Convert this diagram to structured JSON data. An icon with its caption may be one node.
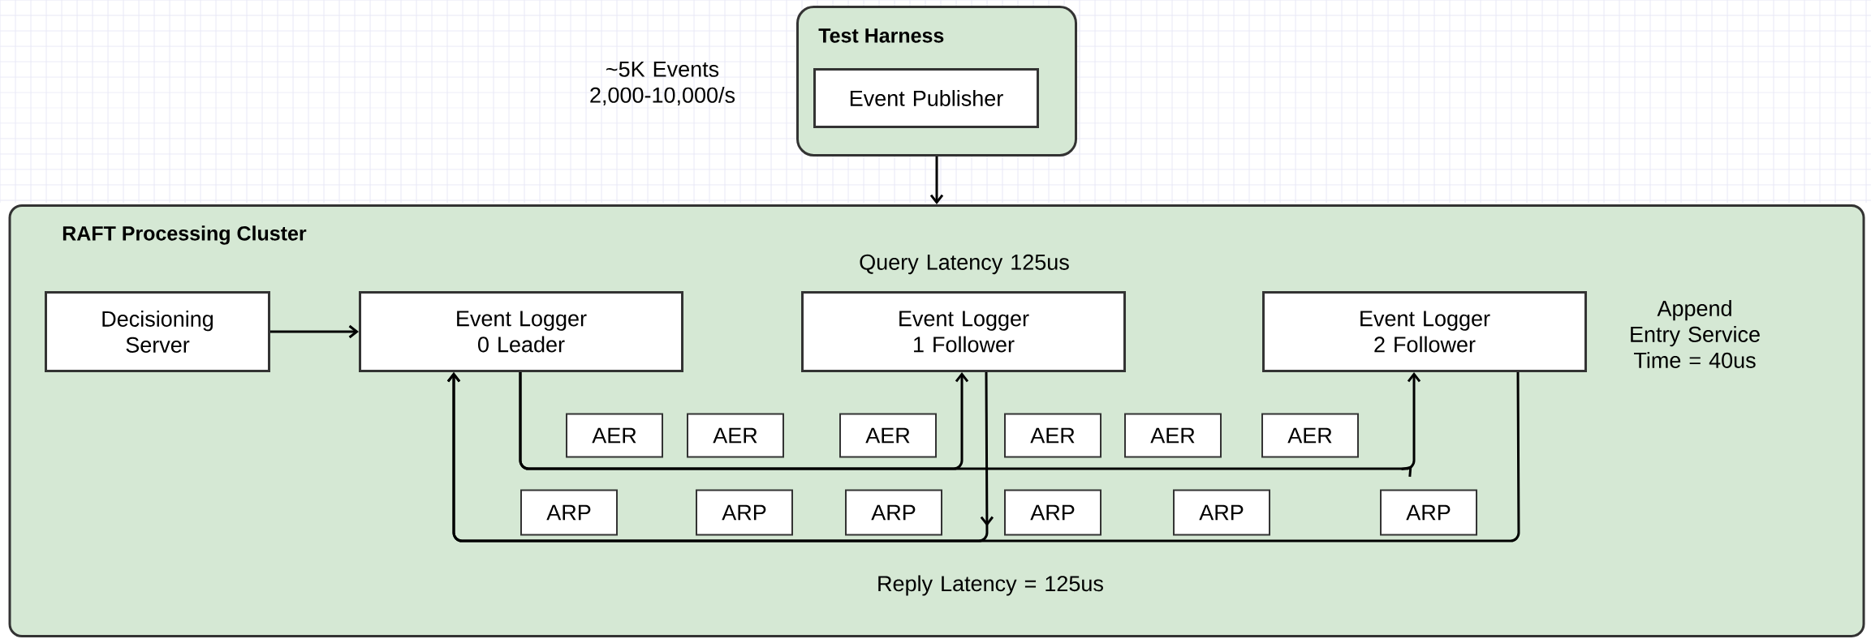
{
  "diagram": {
    "nodes": [
      {
        "text": [
          "Test Harness"
        ]
      },
      {
        "text": [
          "Event Publisher"
        ],
        "in": 0
      },
      {
        "text": [
          "RAFT Processing Cluster"
        ]
      },
      {
        "text": [
          "Decisioning Server"
        ],
        "in": 2
      },
      {
        "text": [
          "Event Logger 0 Leader"
        ],
        "in": 2
      },
      {
        "text": [
          "Event Logger 1 Follower"
        ],
        "in": 2
      },
      {
        "text": [
          "Event Logger 2 Follower"
        ],
        "in": 2
      },
      {
        "text": [
          "AER"
        ],
        "in": 2
      },
      {
        "text": [
          "AER"
        ],
        "in": 2
      },
      {
        "text": [
          "AER"
        ],
        "in": 2
      },
      {
        "text": [
          "AER"
        ],
        "in": 2
      },
      {
        "text": [
          "AER"
        ],
        "in": 2
      },
      {
        "text": [
          "AER"
        ],
        "in": 2
      },
      {
        "text": [
          "ARP"
        ],
        "in": 2
      },
      {
        "text": [
          "ARP"
        ],
        "in": 2
      },
      {
        "text": [
          "ARP"
        ],
        "in": 2
      },
      {
        "text": [
          "ARP"
        ],
        "in": 2
      },
      {
        "text": [
          "ARP"
        ],
        "in": 2
      },
      {
        "text": [
          "ARP"
        ],
        "in": 2
      }
    ],
    "edges": [
      {
        "from": 0,
        "to": 2,
        "arrow": "to"
      },
      {
        "from": 3,
        "to": 4,
        "arrow": "to"
      },
      {
        "from": 4,
        "to": 5,
        "arrow": "to"
      },
      {
        "from": 4,
        "to": 6,
        "arrow": "to"
      },
      {
        "from": 5,
        "to": 4,
        "arrow": "to"
      },
      {
        "from": 6,
        "to": 4,
        "arrow": "to"
      }
    ],
    "labels": [
      "~5K Events 2,000-10,000/s",
      "Query Latency 125us",
      "Append Entry Service Time = 40us",
      "Reply Latency = 125us"
    ]
  }
}
